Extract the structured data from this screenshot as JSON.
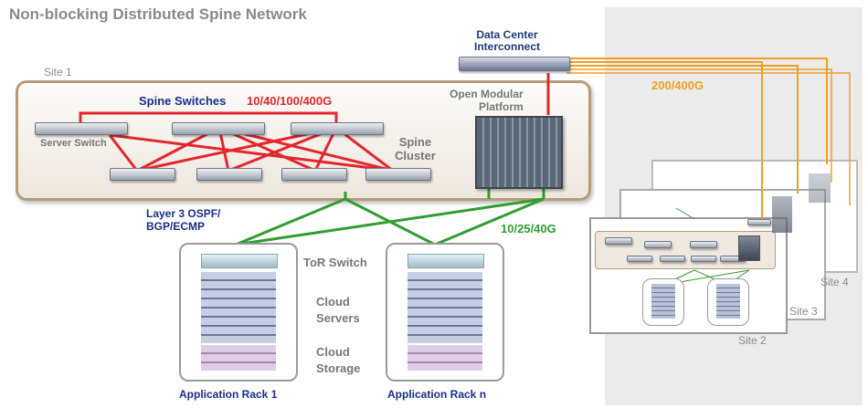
{
  "title": "Non-blocking Distributed Spine Network",
  "labels": {
    "site1": "Site 1",
    "site2": "Site 2",
    "site3": "Site 3",
    "site4": "Site 4",
    "spine_switches": "Spine Switches",
    "spine_speed": "10/40/100/400G",
    "server_switch": "Server Switch",
    "spine_cluster_line1": "Spine",
    "spine_cluster_line2": "Cluster",
    "omp_line1": "Open Modular",
    "omp_line2": "Platform",
    "dci_line1": "Data Center",
    "dci_line2": "Interconnect",
    "dci_speed": "200/400G",
    "layer3_line1": "Layer 3 OSPF/",
    "layer3_line2": "BGP/ECMP",
    "tor_speed": "10/25/40G",
    "tor_switch": "ToR Switch",
    "cloud_servers_line1": "Cloud",
    "cloud_servers_line2": "Servers",
    "cloud_storage_line1": "Cloud",
    "cloud_storage_line2": "Storage",
    "rack1": "Application Rack 1",
    "rackn": "Application Rack n"
  },
  "colors": {
    "spine_links": "#e3262d",
    "tor_links": "#2f9e2f",
    "dci_links": "#f0a020",
    "site_frame": "#b59c7c",
    "navy_text": "#1a2f86"
  }
}
